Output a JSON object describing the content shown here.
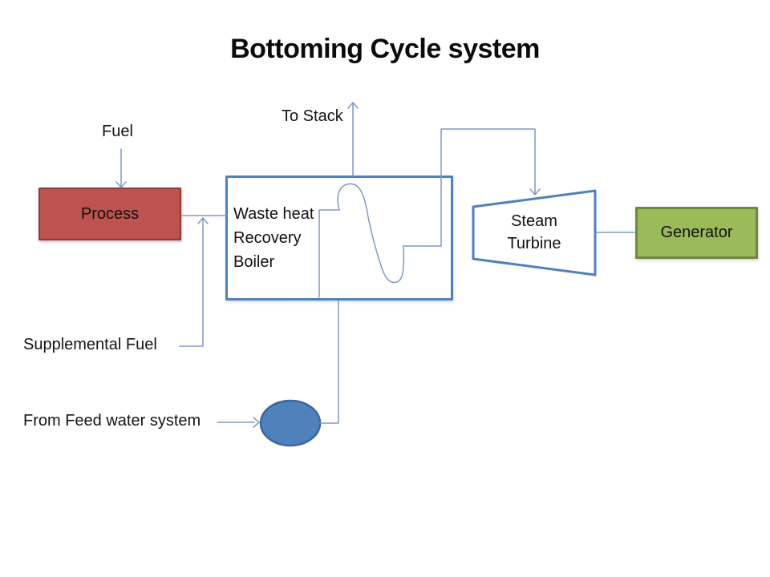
{
  "slide": {
    "title": "Bottoming Cycle system"
  },
  "nodes": {
    "process": {
      "label": "Process",
      "fill": "#BD524E",
      "border": "#8B3A36"
    },
    "boiler": {
      "lines": [
        "Waste heat",
        "Recovery",
        "Boiler"
      ],
      "border": "#4F81BD"
    },
    "turbine": {
      "lines": [
        "Steam",
        "Turbine"
      ],
      "border": "#4F81BD"
    },
    "generator": {
      "label": "Generator",
      "fill": "#9BBA59",
      "border": "#708740"
    },
    "feed_drum": {
      "fill": "#4F81BD",
      "border": "#3A679E"
    }
  },
  "labels": {
    "fuel": "Fuel",
    "to_stack": "To Stack",
    "supplemental_fuel": "Supplemental Fuel",
    "from_feed_water": "From Feed water system"
  },
  "colors": {
    "connector": "#7E99C7",
    "accent_blue": "#4F81BD",
    "text": "#141414"
  }
}
